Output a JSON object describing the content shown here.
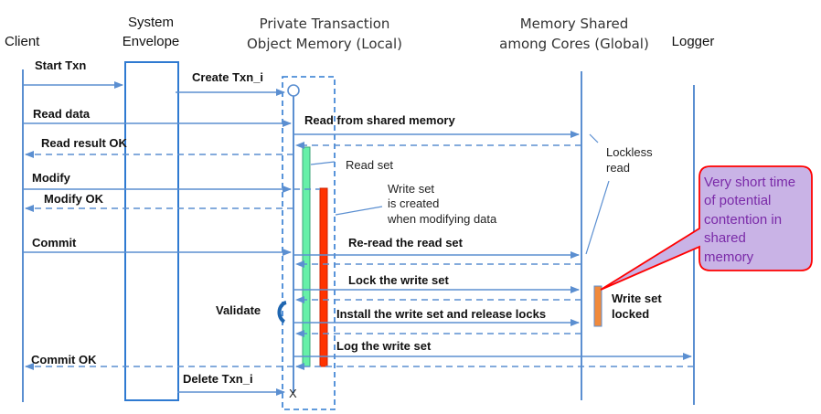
{
  "lanes": {
    "client": "Client",
    "system_envelope_line1": "System",
    "system_envelope_line2": "Envelope",
    "private_memory_line1": "Private Transaction",
    "private_memory_line2": "Object Memory (Local)",
    "shared_memory_line1": "Memory Shared",
    "shared_memory_line2": "among Cores (Global)",
    "logger": "Logger"
  },
  "messages": {
    "start_txn": "Start Txn",
    "create_txn": "Create Txn_i",
    "read_data": "Read data",
    "read_from_shared": "Read from shared memory",
    "read_result_ok": "Read result OK",
    "modify": "Modify",
    "modify_ok": "Modify OK",
    "commit": "Commit",
    "reread_read_set": "Re-read the read set",
    "lock_write_set": "Lock the write set",
    "install_write_set": "Install the write set and release locks",
    "log_write_set": "Log the write set",
    "commit_ok": "Commit OK",
    "delete_txn": "Delete Txn_i",
    "validate": "Validate",
    "terminate_mark": "X"
  },
  "notes": {
    "read_set": "Read set",
    "write_set_line1": "Write set",
    "write_set_line2": "is created",
    "write_set_line3": "when modifying data",
    "lockless_line1": "Lockless",
    "lockless_line2": "read",
    "write_set_locked_line1": "Write set",
    "write_set_locked_line2": "locked"
  },
  "callout": {
    "line1": "Very short time",
    "line2": "of potential",
    "line3": "contention in",
    "line4": "shared",
    "line5": "memory"
  },
  "colors": {
    "lane": "#5b8fd1",
    "read_set_bar": "#66f0a8",
    "write_set_bar": "#ff3300",
    "locked_bar": "#f08a3c",
    "callout_fill": "#c9b3e6",
    "callout_border": "#ff0000",
    "callout_text": "#7a2aa8",
    "validate_arc": "#1f66b0"
  }
}
